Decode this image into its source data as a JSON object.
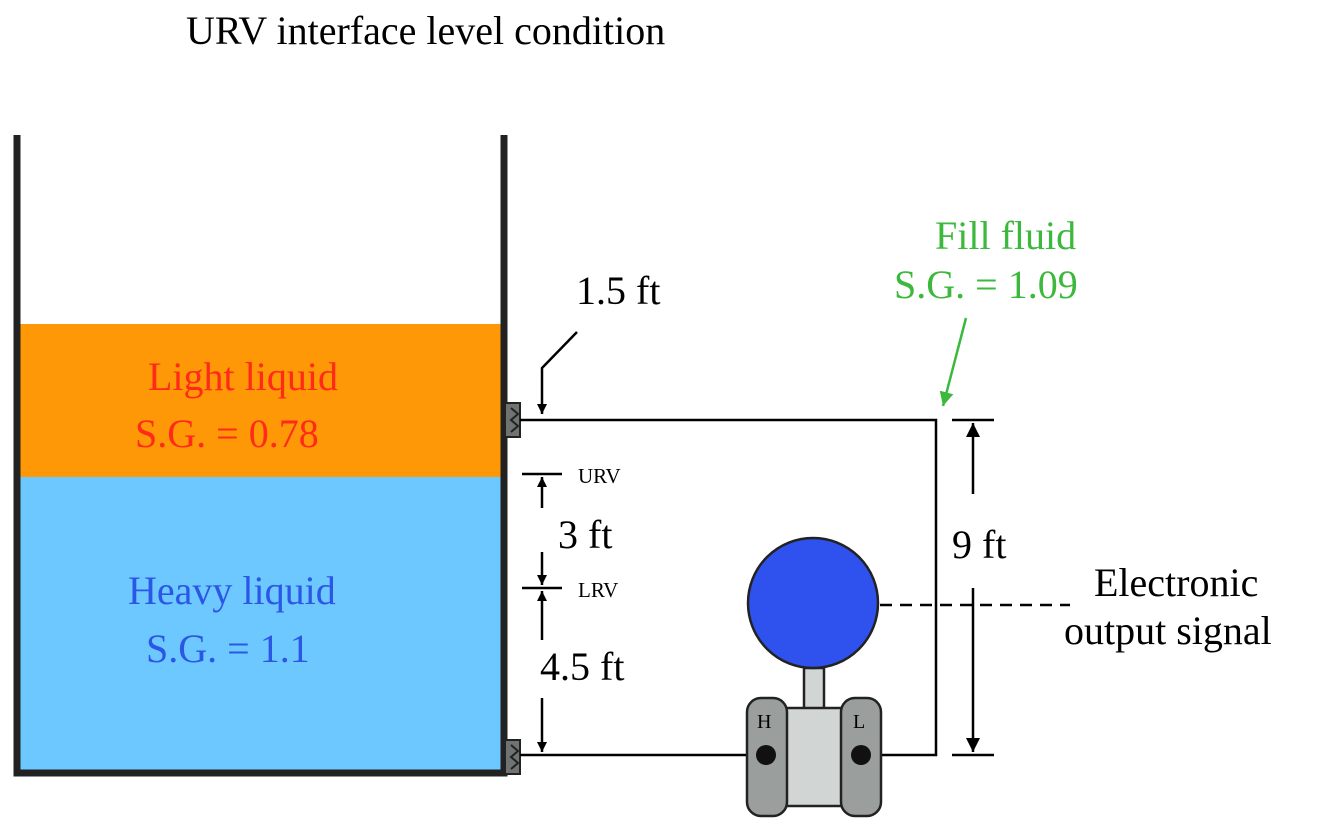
{
  "title": "URV interface level condition",
  "tank": {
    "light_liquid": {
      "name": "Light liquid",
      "sg": "S.G. = 0.78",
      "color": "#ff9806",
      "text_color": "#ff2a1a"
    },
    "heavy_liquid": {
      "name": "Heavy liquid",
      "sg": "S.G. = 1.1",
      "color": "#6cc8ff",
      "text_color": "#2c57e6"
    }
  },
  "dimensions": {
    "upper_offset": "1.5 ft",
    "span": "3 ft",
    "lower_offset": "4.5 ft",
    "total": "9 ft",
    "urv_label": "URV",
    "lrv_label": "LRV"
  },
  "fill_fluid": {
    "line1": "Fill fluid",
    "line2": "S.G. = 1.09",
    "color": "#3cb93c"
  },
  "transmitter": {
    "high_port": "H",
    "low_port": "L",
    "signal_line1": "Electronic",
    "signal_line2": "output signal",
    "head_color": "#2f52ee",
    "body_color": "#d1d6d4",
    "flange_color": "#9a9e9c"
  }
}
